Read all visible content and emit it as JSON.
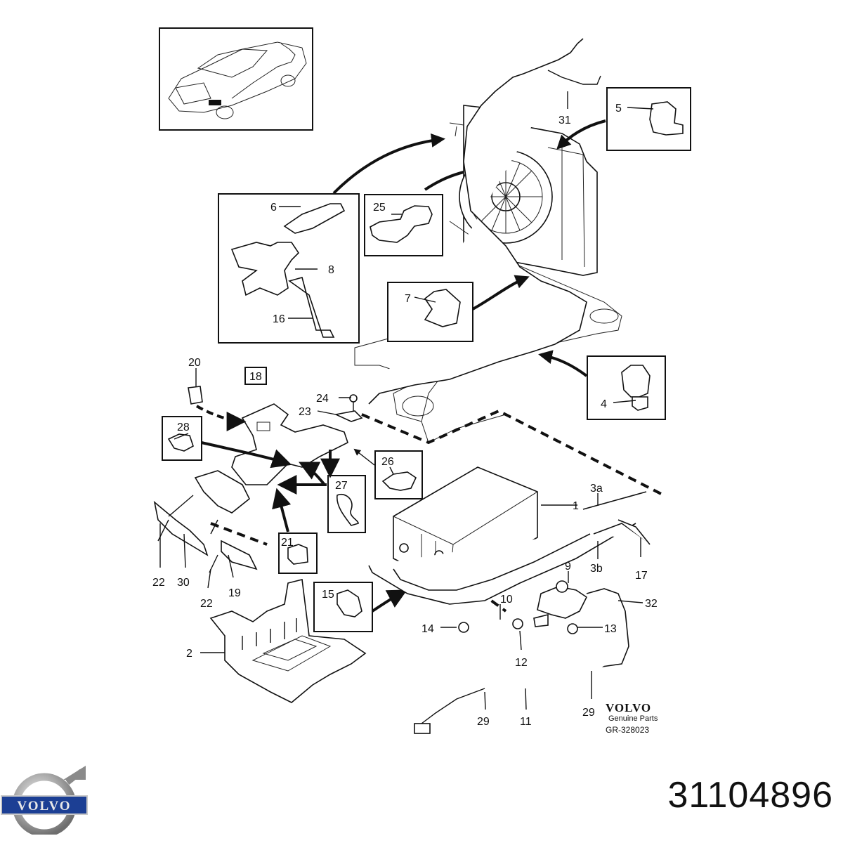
{
  "callouts": [
    "1",
    "2",
    "3a",
    "3b",
    "4",
    "5",
    "6",
    "7",
    "8",
    "9",
    "10",
    "11",
    "12",
    "13",
    "14",
    "15",
    "16",
    "17",
    "18",
    "19",
    "20",
    "21",
    "22",
    "22",
    "23",
    "24",
    "25",
    "26",
    "27",
    "28",
    "29",
    "29",
    "30",
    "31",
    "32"
  ],
  "footer": {
    "brand": "VOLVO",
    "genuine": "Genuine Parts",
    "code": "GR-328023"
  },
  "logo_text": "VOLVO",
  "part_number": "31104896",
  "colors": {
    "ink": "#111111",
    "logo_blue": "#1c3f94",
    "logo_silver": "#9a9a9a"
  }
}
